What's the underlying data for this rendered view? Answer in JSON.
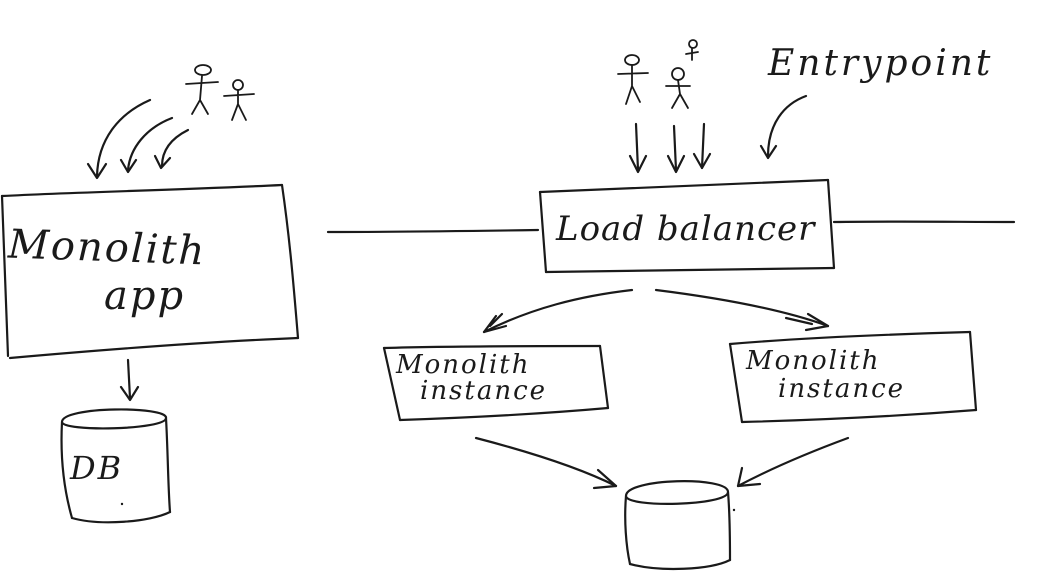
{
  "whiteboard": {
    "left_side": {
      "monolith_app": {
        "line1": "Monolith",
        "line2": "app"
      },
      "database": {
        "label": "DB"
      },
      "users_icon": "stick-figure-icon"
    },
    "right_side": {
      "entrypoint_note": "Entrypoint",
      "load_balancer": {
        "label": "Load balancer"
      },
      "instance_a": {
        "line1": "Monolith",
        "line2": "instance"
      },
      "instance_b": {
        "line1": "Monolith",
        "line2": "instance"
      },
      "users_icon": "stick-figure-icon",
      "shared_database_icon": "cylinder-icon"
    }
  }
}
